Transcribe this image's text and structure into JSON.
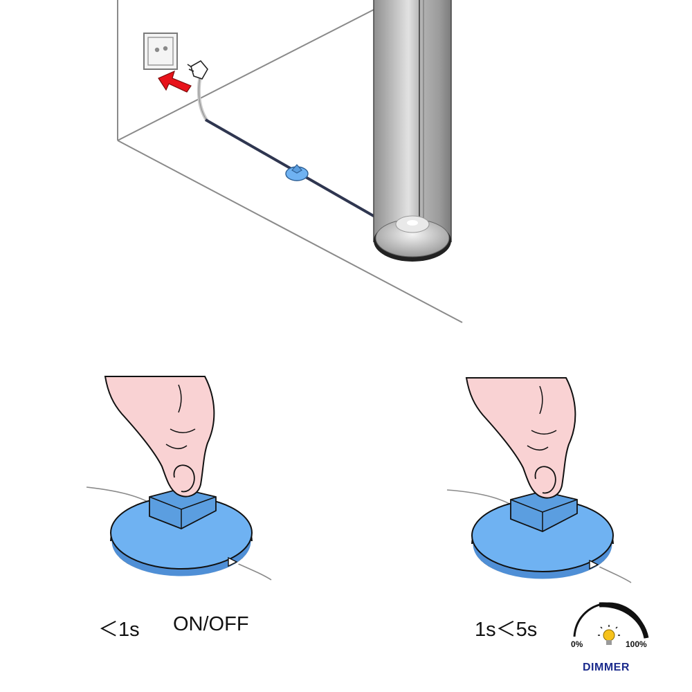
{
  "colors": {
    "button_blue": "#6fb2f2",
    "arrow_red": "#e8121a",
    "skin": "#f9d2d3",
    "tube_gray": "#a9a9a9",
    "bulb_yellow": "#f6c21c",
    "dimmer_text": "#1a2a8c"
  },
  "icons": [
    "wall-socket-icon",
    "plug-icon",
    "insert-arrow-icon",
    "inline-switch-icon",
    "lamp-tube-icon",
    "hand-press-icon",
    "light-bulb-icon",
    "dimmer-arc-icon"
  ],
  "steps": [
    {
      "time": "＜1s",
      "action": "ON/OFF"
    },
    {
      "time": "1s＜5s"
    }
  ],
  "dimmer": {
    "min": "0%",
    "max": "100%",
    "label": "DIMMER"
  }
}
